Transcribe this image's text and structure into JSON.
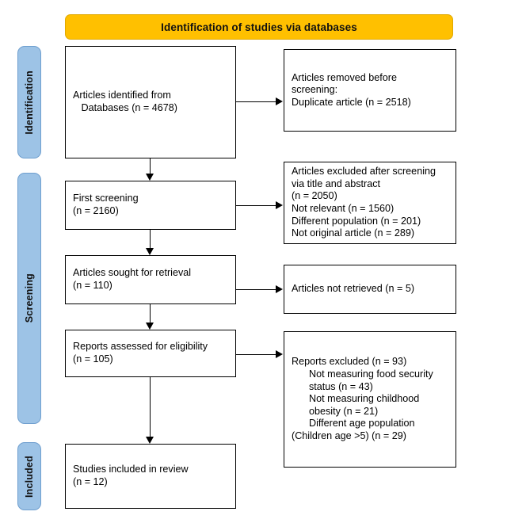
{
  "banner": {
    "title": "Identification of studies via databases"
  },
  "colors": {
    "banner_fill": "#FFC000",
    "stage_fill": "#9DC3E6",
    "box_fill": "#FFFFFF",
    "stroke": "#000000"
  },
  "stages": [
    {
      "id": "identification",
      "label": "Identification"
    },
    {
      "id": "screening",
      "label": "Screening"
    },
    {
      "id": "included",
      "label": "Included"
    }
  ],
  "boxes": {
    "identified": {
      "lines": [
        "Articles identified from",
        "   Databases (n = 4678)"
      ]
    },
    "removed": {
      "lines": [
        "Articles removed before",
        "screening:",
        "Duplicate article (n = 2518)"
      ]
    },
    "first_screening": {
      "lines": [
        "First screening",
        "(n = 2160)"
      ]
    },
    "excluded_screening": {
      "lines": [
        "Articles excluded after screening",
        "via title and abstract",
        "(n = 2050)",
        "Not relevant (n = 1560)",
        "Different population (n = 201)",
        "Not original article (n = 289)"
      ]
    },
    "sought_retrieval": {
      "lines": [
        "Articles sought for retrieval",
        "(n = 110)"
      ]
    },
    "not_retrieved": {
      "lines": [
        "Articles not retrieved (n = 5)"
      ]
    },
    "eligibility": {
      "lines": [
        "Reports assessed for eligibility",
        "(n = 105)"
      ]
    },
    "excluded_reports": {
      "lines": [
        "Reports excluded (n = 93)",
        "Not measuring food security",
        "status (n = 43)",
        "Not measuring childhood",
        "obesity (n = 21)",
        "Different age population",
        "(Children age >5) (n = 29)"
      ]
    },
    "included_review": {
      "lines": [
        "Studies included in review",
        "(n = 12)"
      ]
    }
  }
}
